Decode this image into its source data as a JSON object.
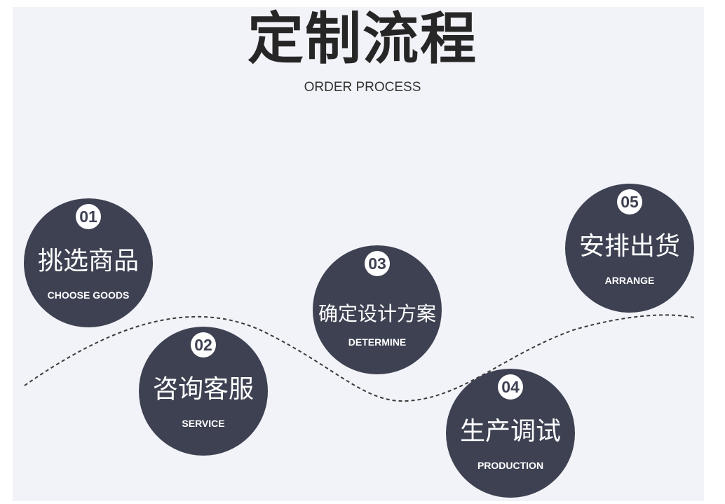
{
  "header": {
    "title": "定制流程",
    "subtitle": "ORDER PROCESS"
  },
  "steps": [
    {
      "number": "01",
      "title_cn": "挑选商品",
      "title_en": "CHOOSE GOODS"
    },
    {
      "number": "02",
      "title_cn": "咨询客服",
      "title_en": "SERVICE"
    },
    {
      "number": "03",
      "title_cn": "确定设计方案",
      "title_en": "DETERMINE"
    },
    {
      "number": "04",
      "title_cn": "生产调试",
      "title_en": "PRODUCTION"
    },
    {
      "number": "05",
      "title_cn": "安排出货",
      "title_en": "ARRANGE"
    }
  ],
  "colors": {
    "circle": "#3d4152",
    "background": "#f2f3f8",
    "title": "#262626"
  }
}
